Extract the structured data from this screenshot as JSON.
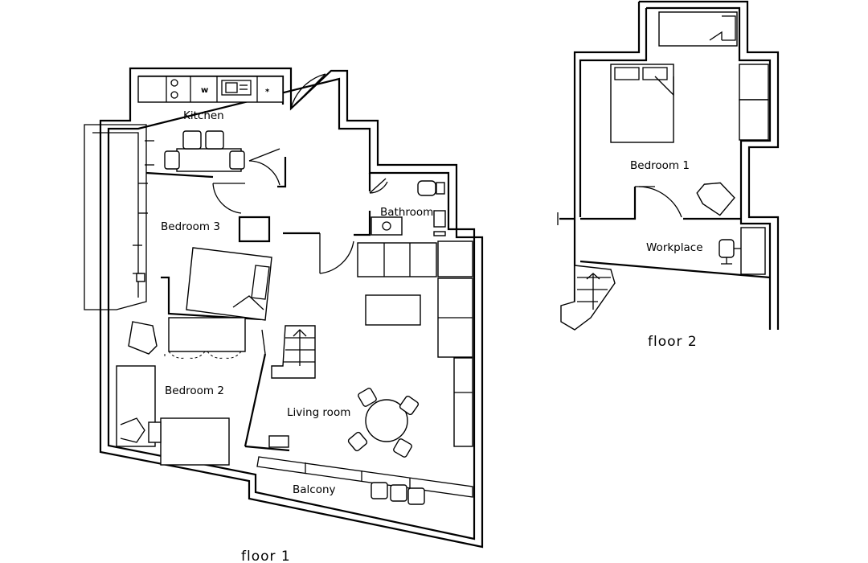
{
  "floors": [
    {
      "label": "floor 1",
      "rooms": {
        "kitchen": "Kitchen",
        "bathroom": "Bathroom",
        "bedroom3": "Bedroom 3",
        "bedroom2": "Bedroom 2",
        "living": "Living room",
        "balcony": "Balcony"
      },
      "appliances": {
        "washer": "w",
        "fridge": "*"
      }
    },
    {
      "label": "floor 2",
      "rooms": {
        "bedroom1": "Bedroom 1",
        "workplace": "Workplace"
      }
    }
  ]
}
